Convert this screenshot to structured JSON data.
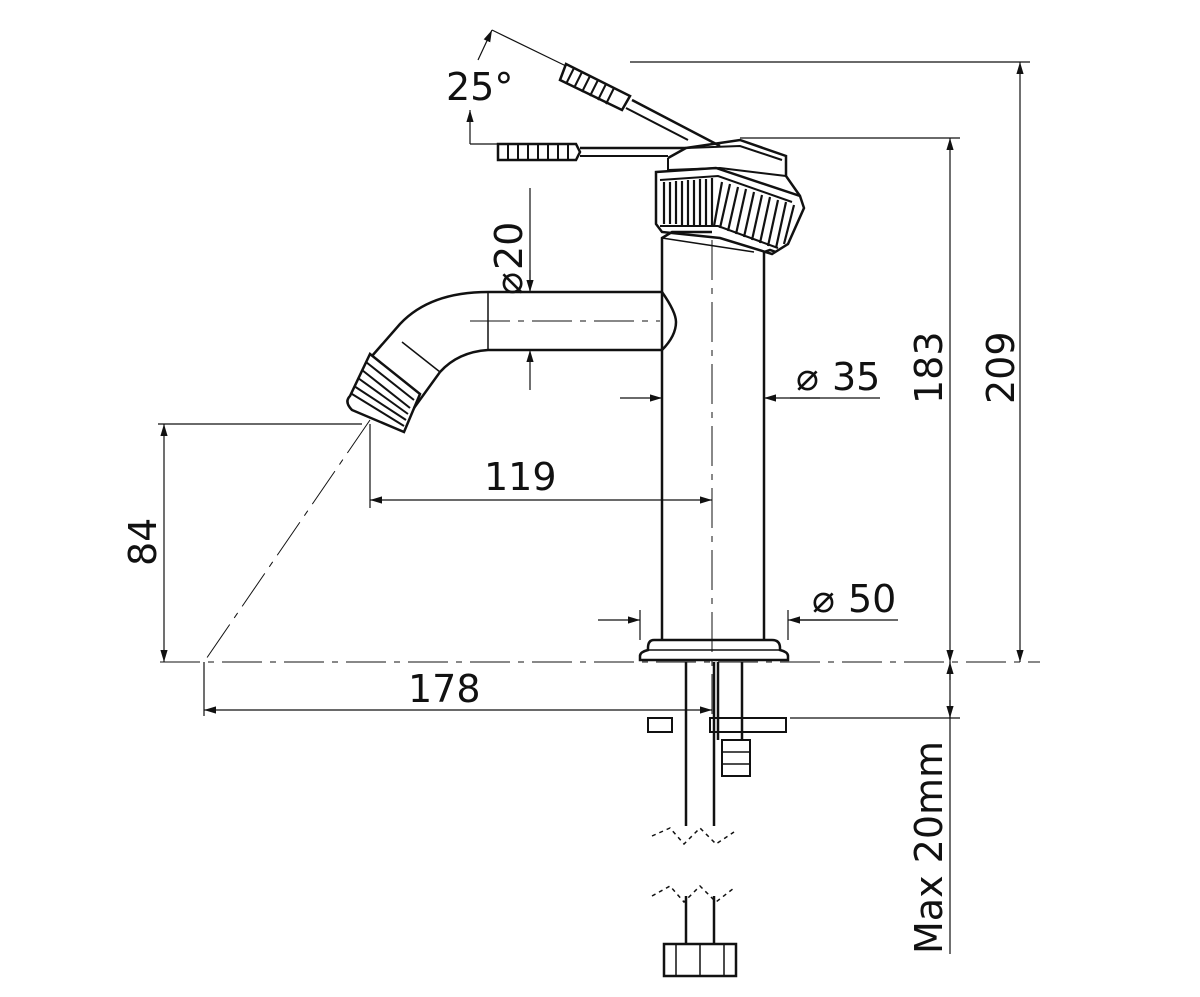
{
  "drawing": {
    "line_color": "#111111",
    "background": "#ffffff",
    "dimensions": {
      "handle_angle": "25°",
      "spout_diameter": "20",
      "body_diameter": "35",
      "base_diameter": "50",
      "spout_reach": "119",
      "total_reach": "178",
      "spout_height": "84",
      "body_height": "183",
      "overall_height": "209",
      "max_thickness": "Max 20mm"
    },
    "symbols": {
      "diameter": "⌀"
    }
  }
}
